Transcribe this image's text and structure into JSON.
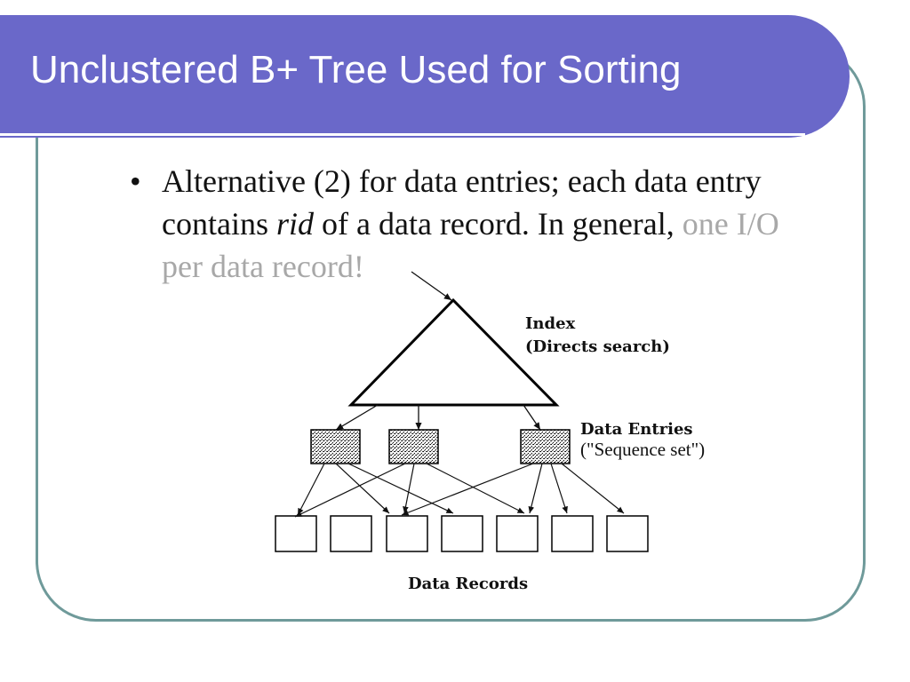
{
  "slide": {
    "title": "Unclustered B+ Tree Used for Sorting",
    "bullet": {
      "text_main_1": "Alternative (2) for data entries; each data entry contains ",
      "text_italic": "rid",
      "text_main_2": " of a data record.  In general,",
      "text_faded": " one I/O per data record!"
    }
  },
  "diagram": {
    "index_label": "Index",
    "index_sublabel": "(Directs search)",
    "entries_label": "Data Entries",
    "entries_sublabel": "(\"Sequence set\")",
    "records_label": "Data Records",
    "data_entry_pages": 3,
    "data_record_pages": 7
  }
}
